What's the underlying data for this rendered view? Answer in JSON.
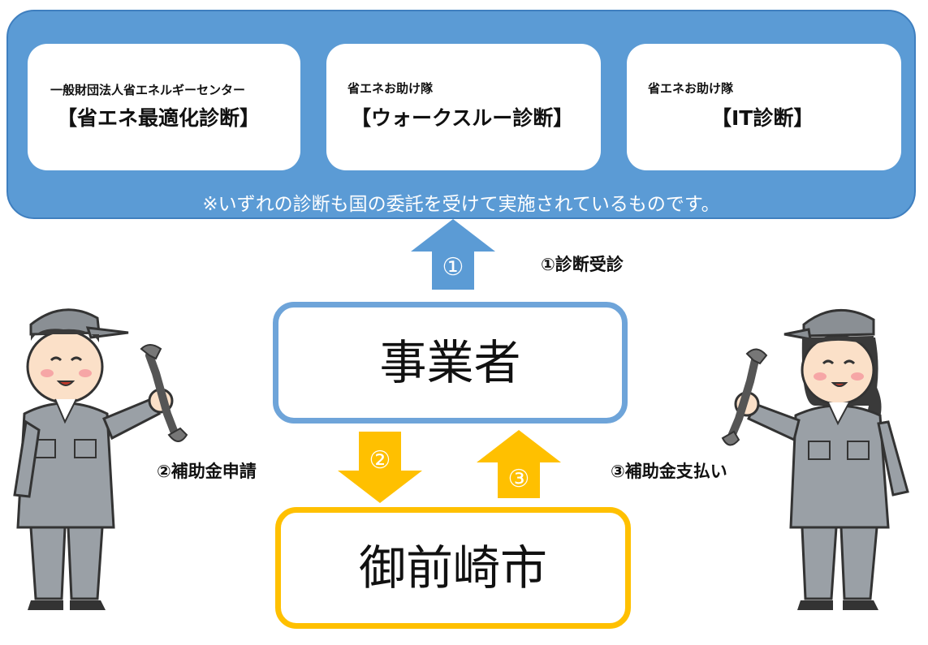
{
  "panel": {
    "cards": [
      {
        "sub": "一般財団法人省エネルギーセンター",
        "main": "【省エネ最適化診断】"
      },
      {
        "sub": "省エネお助け隊",
        "main": "【ウォークスルー診断】"
      },
      {
        "sub": "省エネお助け隊",
        "main": "【IT診断】"
      }
    ],
    "note": "※いずれの診断も国の委託を受けて実施されているものです。"
  },
  "boxes": {
    "business": "事業者",
    "city": "御前崎市"
  },
  "arrows": {
    "a1": "①",
    "a2": "②",
    "a3": "③"
  },
  "steps": {
    "diagnosis": "①診断受診",
    "apply": "②補助金申請",
    "pay": "③補助金支払い"
  },
  "colors": {
    "panel_blue": "#5b9bd5",
    "box_blue": "#6ea4d9",
    "yellow": "#ffc000"
  },
  "icons": [
    "worker-man-icon",
    "worker-woman-icon",
    "wrench-icon",
    "arrow-up-icon",
    "arrow-down-icon"
  ]
}
